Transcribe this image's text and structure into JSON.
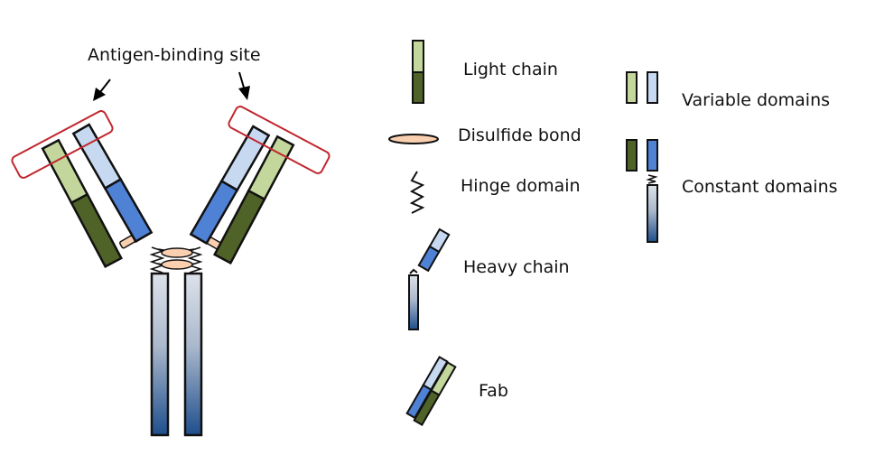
{
  "diagram": {
    "title_annotation": "Antigen-binding site",
    "colors": {
      "light_variable": "#c3d69b",
      "light_constant": "#4f6228",
      "heavy_variable": "#c6d9f1",
      "heavy_constant": "#4f81d4",
      "heavy_stem_top": "#d9dfe8",
      "heavy_stem_bottom": "#1f4e8c",
      "disulfide": "#f9cfb0",
      "binding_box": "#c0262d",
      "outline": "#111111"
    },
    "legend": [
      {
        "key": "light_chain",
        "label": "Light chain",
        "icon": "light-chain-icon"
      },
      {
        "key": "disulfide_bond",
        "label": "Disulfide bond",
        "icon": "disulfide-bond-icon"
      },
      {
        "key": "hinge_domain",
        "label": "Hinge domain",
        "icon": "hinge-icon"
      },
      {
        "key": "heavy_chain",
        "label": "Heavy chain",
        "icon": "heavy-chain-icon"
      },
      {
        "key": "fab",
        "label": "Fab",
        "icon": "fab-icon"
      },
      {
        "key": "variable_domains",
        "label": "Variable domains",
        "icon": "variable-domains-icon"
      },
      {
        "key": "constant_domains",
        "label": "Constant domains",
        "icon": "constant-domains-icon"
      }
    ]
  }
}
